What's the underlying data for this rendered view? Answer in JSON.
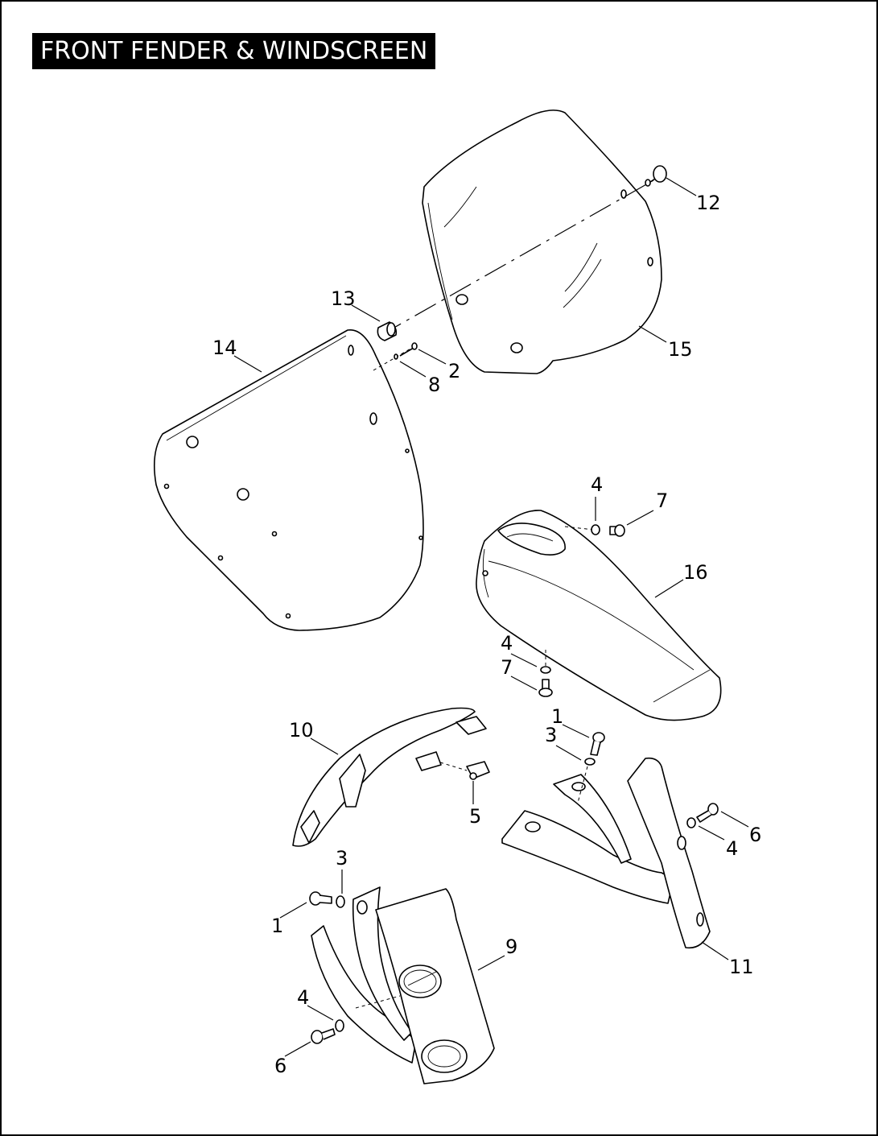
{
  "title": "FRONT FENDER & WINDSCREEN",
  "callouts": [
    {
      "id": "12",
      "text": "12"
    },
    {
      "id": "13",
      "text": "13"
    },
    {
      "id": "14",
      "text": "14"
    },
    {
      "id": "2",
      "text": "2"
    },
    {
      "id": "8",
      "text": "8"
    },
    {
      "id": "15",
      "text": "15"
    },
    {
      "id": "4a",
      "text": "4"
    },
    {
      "id": "7a",
      "text": "7"
    },
    {
      "id": "16",
      "text": "16"
    },
    {
      "id": "4b",
      "text": "4"
    },
    {
      "id": "7b",
      "text": "7"
    },
    {
      "id": "10",
      "text": "10"
    },
    {
      "id": "1a",
      "text": "1"
    },
    {
      "id": "3a",
      "text": "3"
    },
    {
      "id": "5",
      "text": "5"
    },
    {
      "id": "6a",
      "text": "6"
    },
    {
      "id": "4c",
      "text": "4"
    },
    {
      "id": "3b",
      "text": "3"
    },
    {
      "id": "1b",
      "text": "1"
    },
    {
      "id": "9",
      "text": "9"
    },
    {
      "id": "11",
      "text": "11"
    },
    {
      "id": "4d",
      "text": "4"
    },
    {
      "id": "6b",
      "text": "6"
    }
  ]
}
